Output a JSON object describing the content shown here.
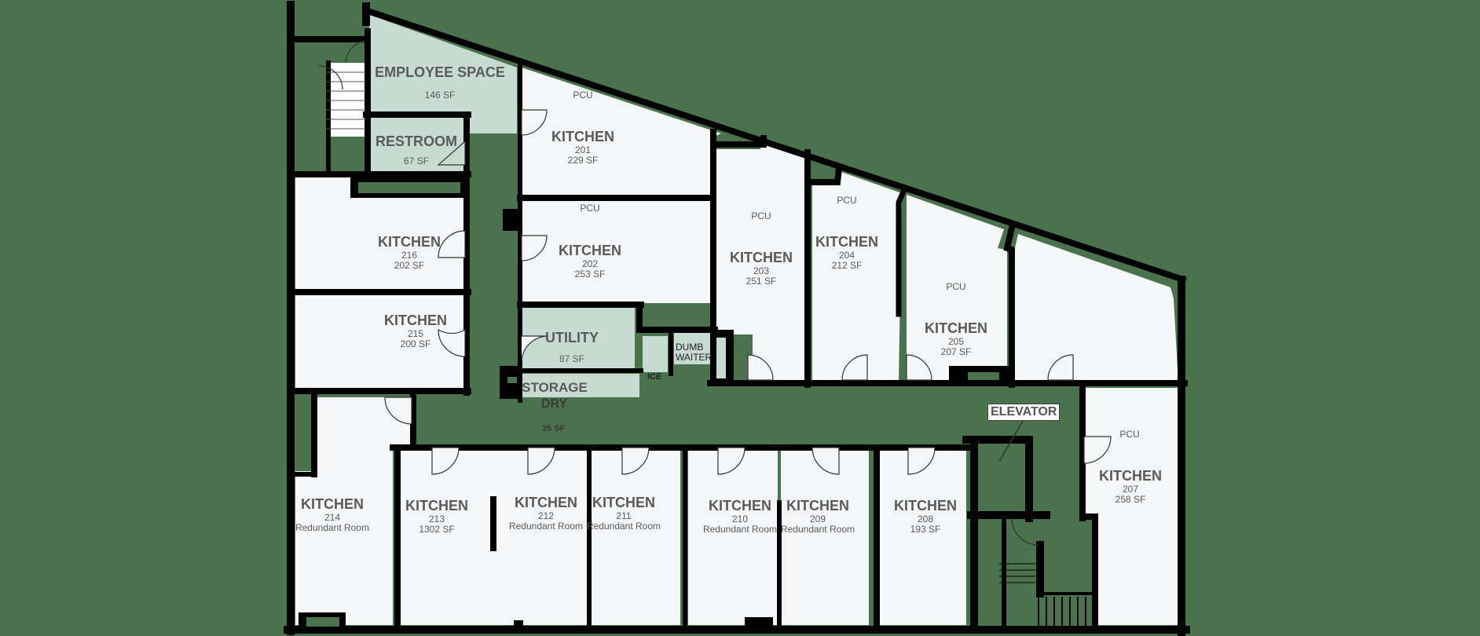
{
  "floor_plan": {
    "background_color": "#4a734d",
    "room_fill": "#f5f6f8",
    "support_fill": "#c7dbd3",
    "wall_color": "#000000",
    "text_color": "#5a5a5a",
    "rooms": [
      {
        "id": "employee-space",
        "name": "EMPLOYEE SPACE",
        "area": "146 SF"
      },
      {
        "id": "restroom",
        "name": "RESTROOM",
        "area": "67 SF"
      },
      {
        "id": "kitchen-201",
        "name": "KITCHEN",
        "number": "201",
        "area": "229 SF",
        "pcu": "PCU"
      },
      {
        "id": "kitchen-202",
        "name": "KITCHEN",
        "number": "202",
        "area": "253 SF",
        "pcu": "PCU"
      },
      {
        "id": "kitchen-203",
        "name": "KITCHEN",
        "number": "203",
        "area": "251 SF",
        "pcu": "PCU"
      },
      {
        "id": "kitchen-204",
        "name": "KITCHEN",
        "number": "204",
        "area": "212 SF",
        "pcu": "PCU"
      },
      {
        "id": "kitchen-205",
        "name": "KITCHEN",
        "number": "205",
        "area": "207 SF",
        "pcu": "PCU"
      },
      {
        "id": "kitchen-207",
        "name": "KITCHEN",
        "number": "207",
        "area": "258 SF",
        "pcu": "PCU"
      },
      {
        "id": "kitchen-208",
        "name": "KITCHEN",
        "number": "208",
        "area": "193 SF"
      },
      {
        "id": "kitchen-209",
        "name": "KITCHEN",
        "number": "209",
        "area": "Redundant Room"
      },
      {
        "id": "kitchen-210",
        "name": "KITCHEN",
        "number": "210",
        "area": "Redundant Room"
      },
      {
        "id": "kitchen-211",
        "name": "KITCHEN",
        "number": "211",
        "area": "Redundant Room"
      },
      {
        "id": "kitchen-212",
        "name": "KITCHEN",
        "number": "212",
        "area": "Redundant Room"
      },
      {
        "id": "kitchen-213",
        "name": "KITCHEN",
        "number": "213",
        "area": "1302 SF"
      },
      {
        "id": "kitchen-214",
        "name": "KITCHEN",
        "number": "214",
        "area": "Redundant Room"
      },
      {
        "id": "kitchen-215",
        "name": "KITCHEN",
        "number": "215",
        "area": "200 SF"
      },
      {
        "id": "kitchen-216",
        "name": "KITCHEN",
        "number": "216",
        "area": "202 SF"
      },
      {
        "id": "utility",
        "name": "UTILITY",
        "area": "87 SF"
      },
      {
        "id": "storage",
        "name": "STORAGE",
        "sub": "DRY",
        "area": "35 SF"
      }
    ],
    "labels": {
      "dumb_waiter_1": "DUMB",
      "dumb_waiter_2": "WAITER",
      "ice": "ICE",
      "elevator": "ELEVATOR"
    }
  }
}
